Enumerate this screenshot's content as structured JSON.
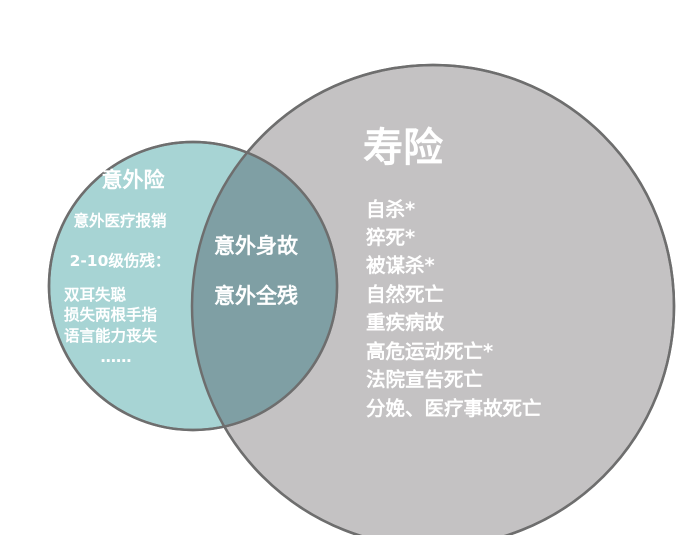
{
  "diagram": {
    "left_circle": {
      "title": "意外险",
      "items": [
        "意外医疗报销",
        "2-10级伤残：",
        "双耳失聪",
        "损失两根手指",
        "语言能力丧失",
        "……"
      ],
      "fill": "#a7d4d4"
    },
    "overlap": {
      "items": [
        "意外身故",
        "意外全残"
      ],
      "fill": "#7f9fa4"
    },
    "right_circle": {
      "title": "寿险",
      "items": [
        "自杀*",
        "猝死*",
        "被谋杀*",
        "自然死亡",
        "重疾病故",
        "高危运动死亡*",
        "法院宣告死亡",
        "分娩、医疗事故死亡"
      ],
      "fill": "#c4c2c3"
    },
    "outline_color": "#6e6e6e",
    "text_color": "#ffffff"
  }
}
